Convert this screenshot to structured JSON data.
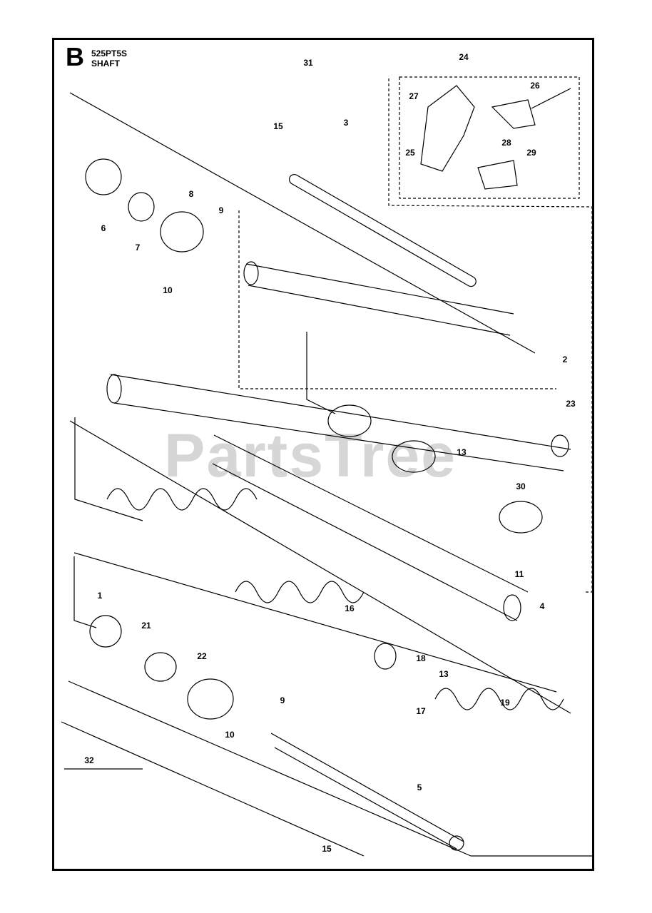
{
  "header": {
    "section_letter": "B",
    "model": "525PT5S",
    "title": "SHAFT"
  },
  "watermark": "PartsTree",
  "callouts": {
    "c1": "1",
    "c2": "2",
    "c3": "3",
    "c4": "4",
    "c5": "5",
    "c6": "6",
    "c7": "7",
    "c8": "8",
    "c9a": "9",
    "c9b": "9",
    "c10a": "10",
    "c10b": "10",
    "c11": "11",
    "c13a": "13",
    "c13b": "13",
    "c15a": "15",
    "c15b": "15",
    "c16": "16",
    "c17": "17",
    "c18": "18",
    "c19": "19",
    "c21": "21",
    "c22": "22",
    "c23": "23",
    "c24": "24",
    "c25": "25",
    "c26": "26",
    "c27": "27",
    "c28": "28",
    "c29": "29",
    "c30": "30",
    "c31": "31",
    "c32": "32"
  }
}
